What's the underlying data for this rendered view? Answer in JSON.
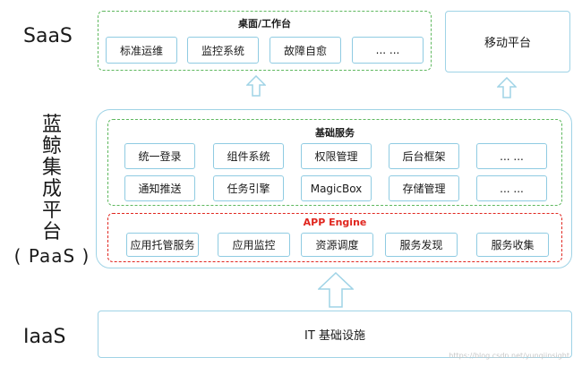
{
  "layers": {
    "saas": "SaaS",
    "paas_chars": [
      "蓝",
      "鲸",
      "集",
      "成",
      "平",
      "台"
    ],
    "paas_suffix": "( PaaS )",
    "iaas": "IaaS"
  },
  "saas": {
    "desktop": {
      "title": "桌面/工作台",
      "items": [
        "标准运维",
        "监控系统",
        "故障自愈",
        "... ..."
      ]
    },
    "mobile": "移动平台"
  },
  "paas": {
    "base_services": {
      "title": "基础服务",
      "row1": [
        "统一登录",
        "组件系统",
        "权限管理",
        "后台框架",
        "... ..."
      ],
      "row2": [
        "通知推送",
        "任务引擎",
        "MagicBox",
        "存储管理",
        "... ..."
      ]
    },
    "app_engine": {
      "title": "APP Engine",
      "items": [
        "应用托管服务",
        "应用监控",
        "资源调度",
        "服务发现",
        "服务收集"
      ]
    }
  },
  "iaas": {
    "label": "IT 基础设施"
  },
  "watermark": "https://blog.csdn.net/yunqiinsight",
  "colors": {
    "border_blue": "#9fd3e6",
    "dash_green": "#5fb85f",
    "dash_red": "#e0261f",
    "arrow": "#9fd3e6"
  }
}
